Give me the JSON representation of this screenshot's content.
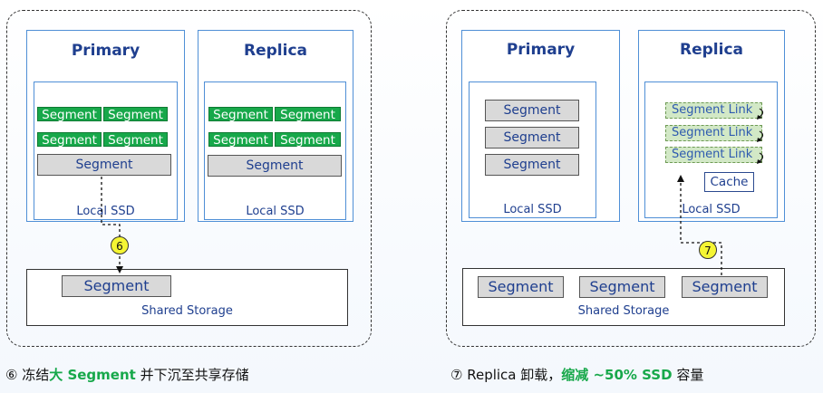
{
  "left": {
    "primary": {
      "title": "Primary",
      "ssd_label": "Local SSD",
      "segments_green": [
        "Segment",
        "Segment",
        "Segment",
        "Segment"
      ],
      "segment_gray": "Segment"
    },
    "replica": {
      "title": "Replica",
      "ssd_label": "Local SSD",
      "segments_green": [
        "Segment",
        "Segment",
        "Segment",
        "Segment"
      ],
      "segment_gray": "Segment"
    },
    "badge": "6",
    "shared": {
      "segment": "Segment",
      "label": "Shared Storage"
    },
    "caption": {
      "num": "⑥",
      "pre": " 冻结",
      "highlight": "大 Segment",
      "post": " 并下沉至共享存储"
    }
  },
  "right": {
    "primary": {
      "title": "Primary",
      "ssd_label": "Local SSD",
      "segments_gray": [
        "Segment",
        "Segment",
        "Segment"
      ]
    },
    "replica": {
      "title": "Replica",
      "ssd_label": "Local SSD",
      "segment_links": [
        "Segment Link",
        "Segment Link",
        "Segment Link"
      ],
      "cache": "Cache"
    },
    "badge": "7",
    "shared": {
      "segments": [
        "Segment",
        "Segment",
        "Segment"
      ],
      "label": "Shared Storage"
    },
    "caption": {
      "num": "⑦",
      "pre": " Replica 卸载，",
      "highlight": "缩减 ~50% SSD",
      "post": " 容量"
    }
  }
}
